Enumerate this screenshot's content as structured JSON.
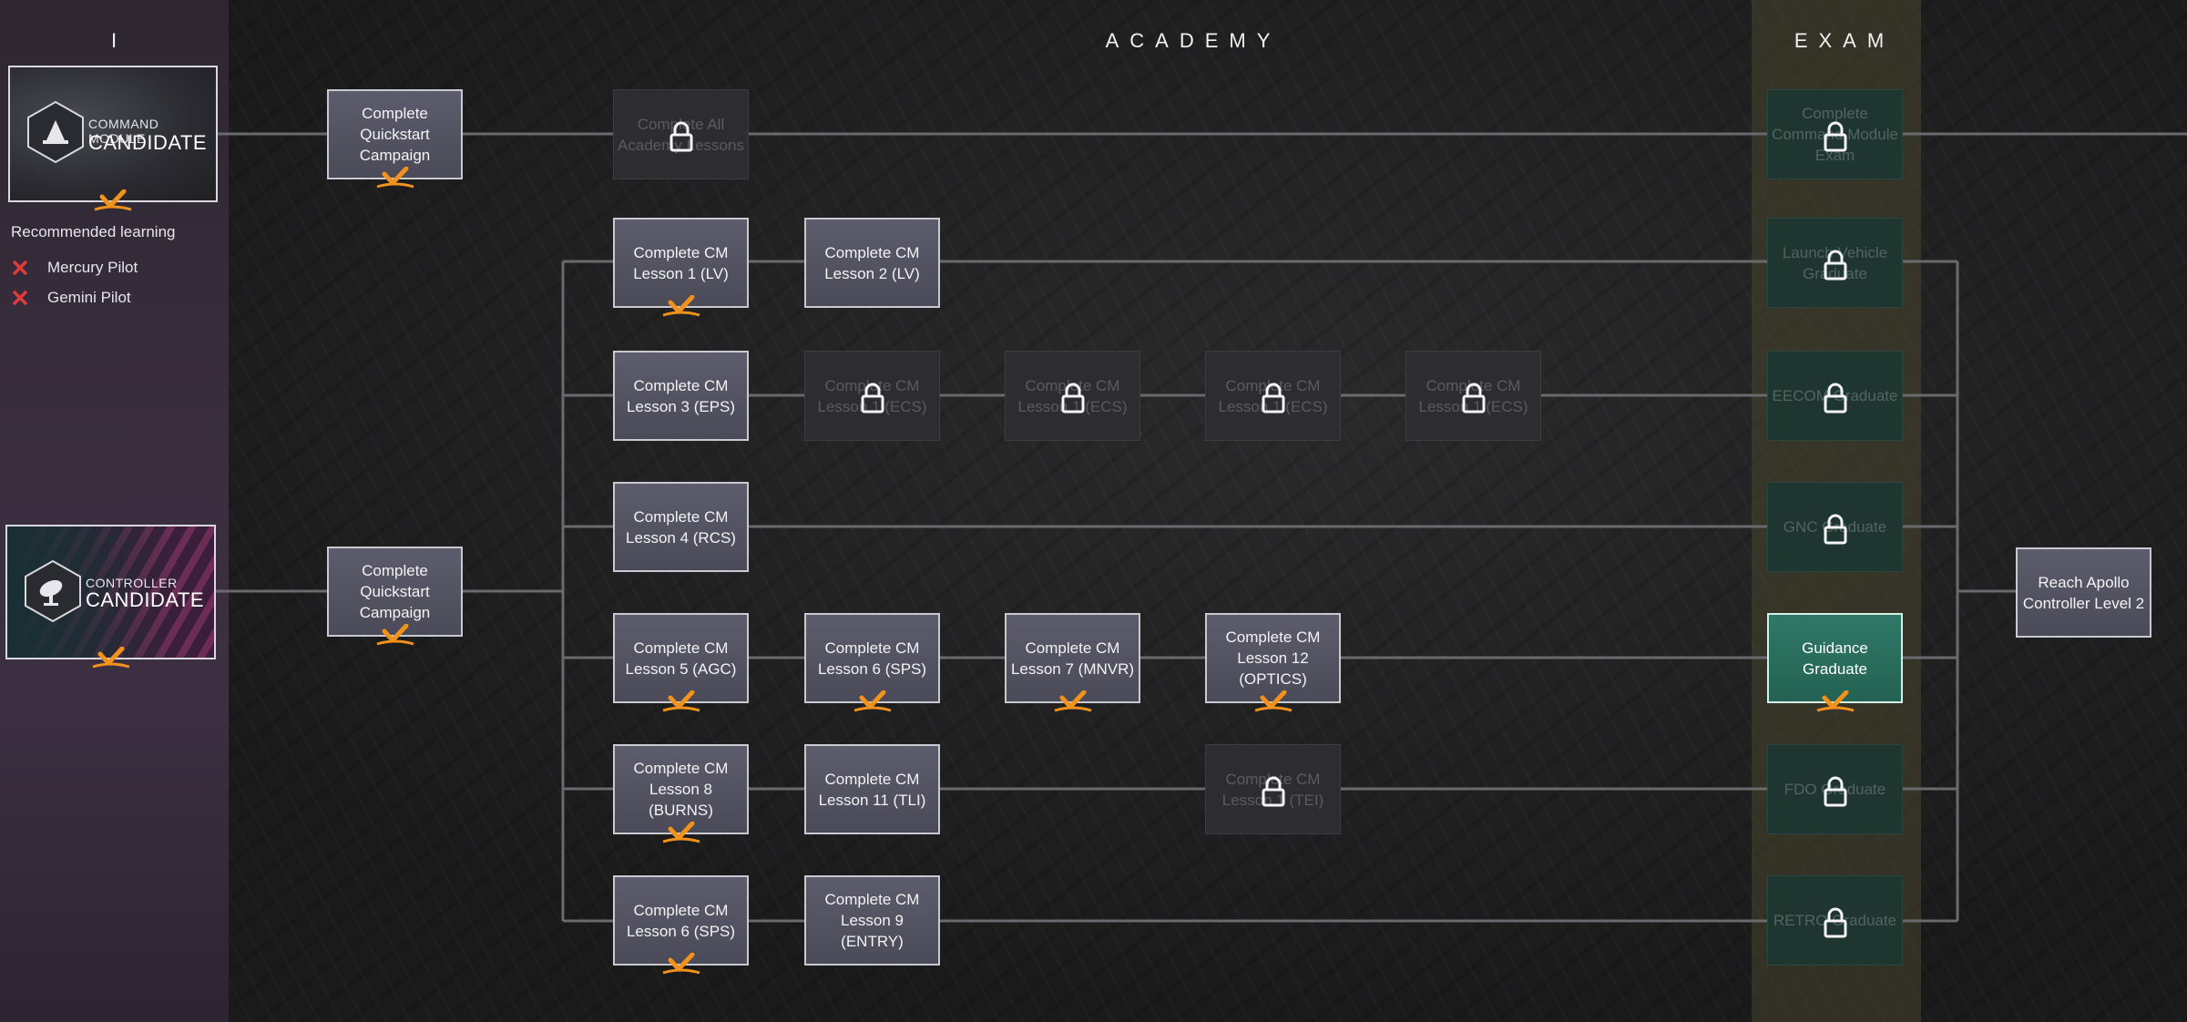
{
  "columns": {
    "left_header": "I",
    "academy_header": "ACADEMY",
    "exam_header": "EXAM"
  },
  "candidates": {
    "command_module": {
      "small": "COMMAND MODULE",
      "big": "CANDIDATE",
      "completed": true
    },
    "controller": {
      "small": "CONTROLLER",
      "big": "CANDIDATE",
      "completed": true
    }
  },
  "recommended": {
    "title": "Recommended learning",
    "items": [
      {
        "label": "Mercury Pilot",
        "completed": false
      },
      {
        "label": "Gemini Pilot",
        "completed": false
      }
    ]
  },
  "nodes": [
    {
      "id": "qs-cm",
      "label": "Complete\nQuickstart\nCampaign",
      "state": "done"
    },
    {
      "id": "all-academy",
      "label": "Complete All\nAcademy Lessons",
      "state": "locked"
    },
    {
      "id": "cm-exam",
      "label": "Complete\nCommand Module\nExam",
      "state": "exam-locked"
    },
    {
      "id": "l1",
      "label": "Complete CM\nLesson 1 (LV)",
      "state": "done"
    },
    {
      "id": "l2",
      "label": "Complete CM\nLesson 2 (LV)",
      "state": "available"
    },
    {
      "id": "lv-grad",
      "label": "Launch Vehicle\nGraduate",
      "state": "exam-locked"
    },
    {
      "id": "l3",
      "label": "Complete CM\nLesson 3 (EPS)",
      "state": "available"
    },
    {
      "id": "ecs-a",
      "label": "Complete CM\nLesson 1 (ECS)",
      "state": "locked"
    },
    {
      "id": "ecs-b",
      "label": "Complete CM\nLesson 1 (ECS)",
      "state": "locked"
    },
    {
      "id": "ecs-c",
      "label": "Complete CM\nLesson 1 (ECS)",
      "state": "locked"
    },
    {
      "id": "ecs-d",
      "label": "Complete CM\nLesson 1 (ECS)",
      "state": "locked"
    },
    {
      "id": "eecom-grad",
      "label": "EECOM Graduate",
      "state": "exam-locked"
    },
    {
      "id": "l4",
      "label": "Complete CM\nLesson 4 (RCS)",
      "state": "available"
    },
    {
      "id": "gnc-grad",
      "label": "GNC Graduate",
      "state": "exam-locked"
    },
    {
      "id": "qs-ctrl",
      "label": "Complete\nQuickstart\nCampaign",
      "state": "done"
    },
    {
      "id": "reach-l2",
      "label": "Reach Apollo\nController Level 2",
      "state": "available"
    },
    {
      "id": "l5",
      "label": "Complete CM\nLesson 5 (AGC)",
      "state": "done"
    },
    {
      "id": "l6a",
      "label": "Complete CM\nLesson 6 (SPS)",
      "state": "done"
    },
    {
      "id": "l7",
      "label": "Complete CM\nLesson 7 (MNVR)",
      "state": "done"
    },
    {
      "id": "l12",
      "label": "Complete CM\nLesson 12 (OPTICS)",
      "state": "done"
    },
    {
      "id": "guid-grad",
      "label": "Guidance Graduate",
      "state": "exam-done"
    },
    {
      "id": "l8",
      "label": "Complete CM\nLesson 8 (BURNS)",
      "state": "done"
    },
    {
      "id": "l11",
      "label": "Complete CM\nLesson 11 (TLI)",
      "state": "available"
    },
    {
      "id": "tei",
      "label": "Complete CM\nLesson 1 (TEI)",
      "state": "locked"
    },
    {
      "id": "fdo-grad",
      "label": "FDO Graduate",
      "state": "exam-locked"
    },
    {
      "id": "l6b",
      "label": "Complete CM\nLesson 6 (SPS)",
      "state": "done"
    },
    {
      "id": "l9",
      "label": "Complete CM\nLesson 9 (ENTRY)",
      "state": "available"
    },
    {
      "id": "retro-grad",
      "label": "RETRO Graduate",
      "state": "exam-locked"
    }
  ],
  "colors": {
    "accent_check": "#f0921c",
    "line": "#6a6a6e",
    "exam_done": "#2b6f60"
  }
}
